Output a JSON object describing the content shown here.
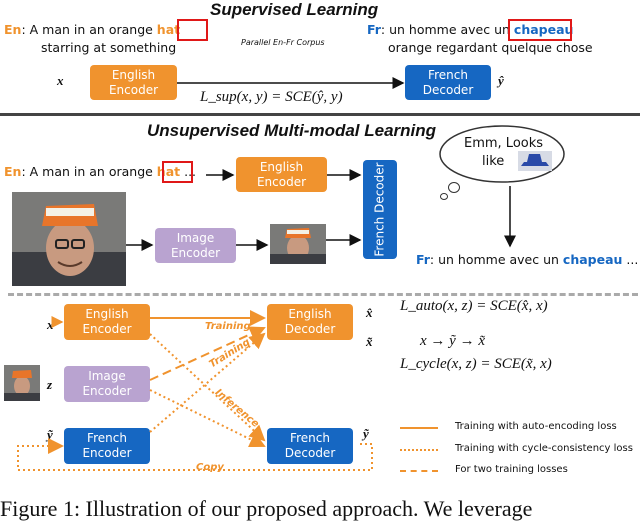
{
  "supervised": {
    "title": "Supervised Learning",
    "en_label": "En",
    "en_prefix": ": A man in an orange ",
    "en_highlight": "hat",
    "en_line2": "starring at something",
    "fr_label": "Fr",
    "fr_prefix": ": un homme avec un ",
    "fr_highlight": "chapeau",
    "fr_line2": "orange regardant quelque chose",
    "corpus": "Parallel En-Fr Corpus",
    "x_var": "x",
    "y_var": "ŷ",
    "encoder": [
      "English",
      "Encoder"
    ],
    "decoder": [
      "French",
      "Decoder"
    ],
    "loss": "L_sup(x, y) = SCE(ŷ, y)"
  },
  "unsupervised": {
    "title": "Unsupervised Multi-modal Learning",
    "en_label": "En",
    "en_prefix": ": A man in an orange ",
    "en_highlight": "hat",
    "en_suffix": "...",
    "english_encoder": [
      "English",
      "Encoder"
    ],
    "image_encoder": [
      "Image",
      "Encoder"
    ],
    "french_decoder": "French Decoder",
    "thought": [
      "Emm, Looks",
      "like"
    ],
    "fr_label": "Fr",
    "fr_prefix": ": un homme avec un ",
    "fr_highlight": "chapeau",
    "fr_suffix": " ..."
  },
  "bottom": {
    "x_var": "x",
    "z_var": "z",
    "y_var": "ỹ",
    "english_encoder": [
      "English",
      "Encoder"
    ],
    "image_encoder": [
      "Image",
      "Encoder"
    ],
    "french_encoder": [
      "French",
      "Encoder"
    ],
    "english_decoder": [
      "English",
      "Decoder"
    ],
    "french_decoder": [
      "French",
      "Decoder"
    ],
    "x_hat": "x̂",
    "x_tilde": "x̃",
    "y_tilde_out": "ỹ",
    "lbl_training1": "Training",
    "lbl_training2": "Training",
    "lbl_inference": "Inference",
    "lbl_copy": "Copy",
    "loss_auto": "L_auto(x, z) = SCE(x̂, x)",
    "chain": "x → ỹ → x̃",
    "loss_cycle": "L_cycle(x, z) = SCE(x̃, x)",
    "legend": [
      "Training with auto-encoding loss",
      "Training with cycle-consistency loss",
      "For two training losses"
    ]
  },
  "caption": "Figure 1: Illustration of our proposed approach. We leverage",
  "colors": {
    "orange": "#f0932e",
    "blue": "#1667c2",
    "purple": "#b9a3d0",
    "red": "#e01818"
  }
}
